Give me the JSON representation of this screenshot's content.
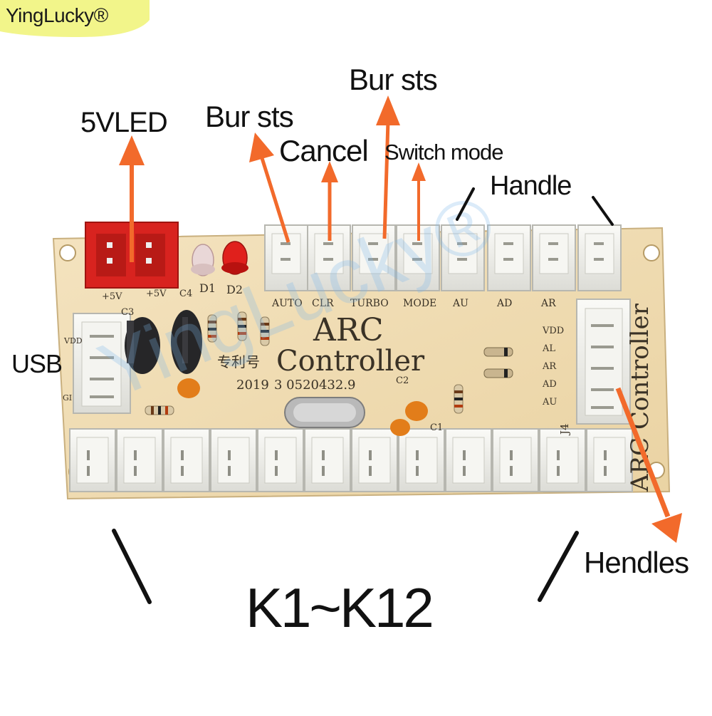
{
  "brand": {
    "name": "YingLucky®",
    "badge_color": "#f2f58a"
  },
  "labels": {
    "led": "5VLED",
    "bursts_left": "Bur sts",
    "bursts_top": "Bur sts",
    "cancel": "Cancel",
    "switch_mode": "Switch mode",
    "handle": "Handle",
    "usb": "USB",
    "handles_right": "Hendles",
    "keys": "K1~K12"
  },
  "board": {
    "title_line1": "ARC",
    "title_line2": "Controller",
    "side_text": "ARC Controller",
    "patent": "专利号",
    "year": "2019",
    "patent_number": "3  0520432.9",
    "top_pins": [
      "AUTO",
      "CLR",
      "TURBO",
      "MODE",
      "AU",
      "AD",
      "AR"
    ],
    "right_pins": [
      "VDD",
      "AL",
      "AR",
      "AD",
      "AU"
    ],
    "j4": "J4",
    "diodes": [
      "D1",
      "D2"
    ],
    "caps": [
      "C3",
      "C4",
      "C2",
      "C1"
    ],
    "power": [
      "+5V",
      "+5V"
    ],
    "usb_pins": [
      "VDD",
      "GI"
    ],
    "bottom_connector_count": 12,
    "top_connector_count": 8
  },
  "colors": {
    "arrow": "#f26a2b",
    "pcb": "#f1ddb4",
    "connector": "#eeeeea",
    "led_block": "#d8231f"
  }
}
